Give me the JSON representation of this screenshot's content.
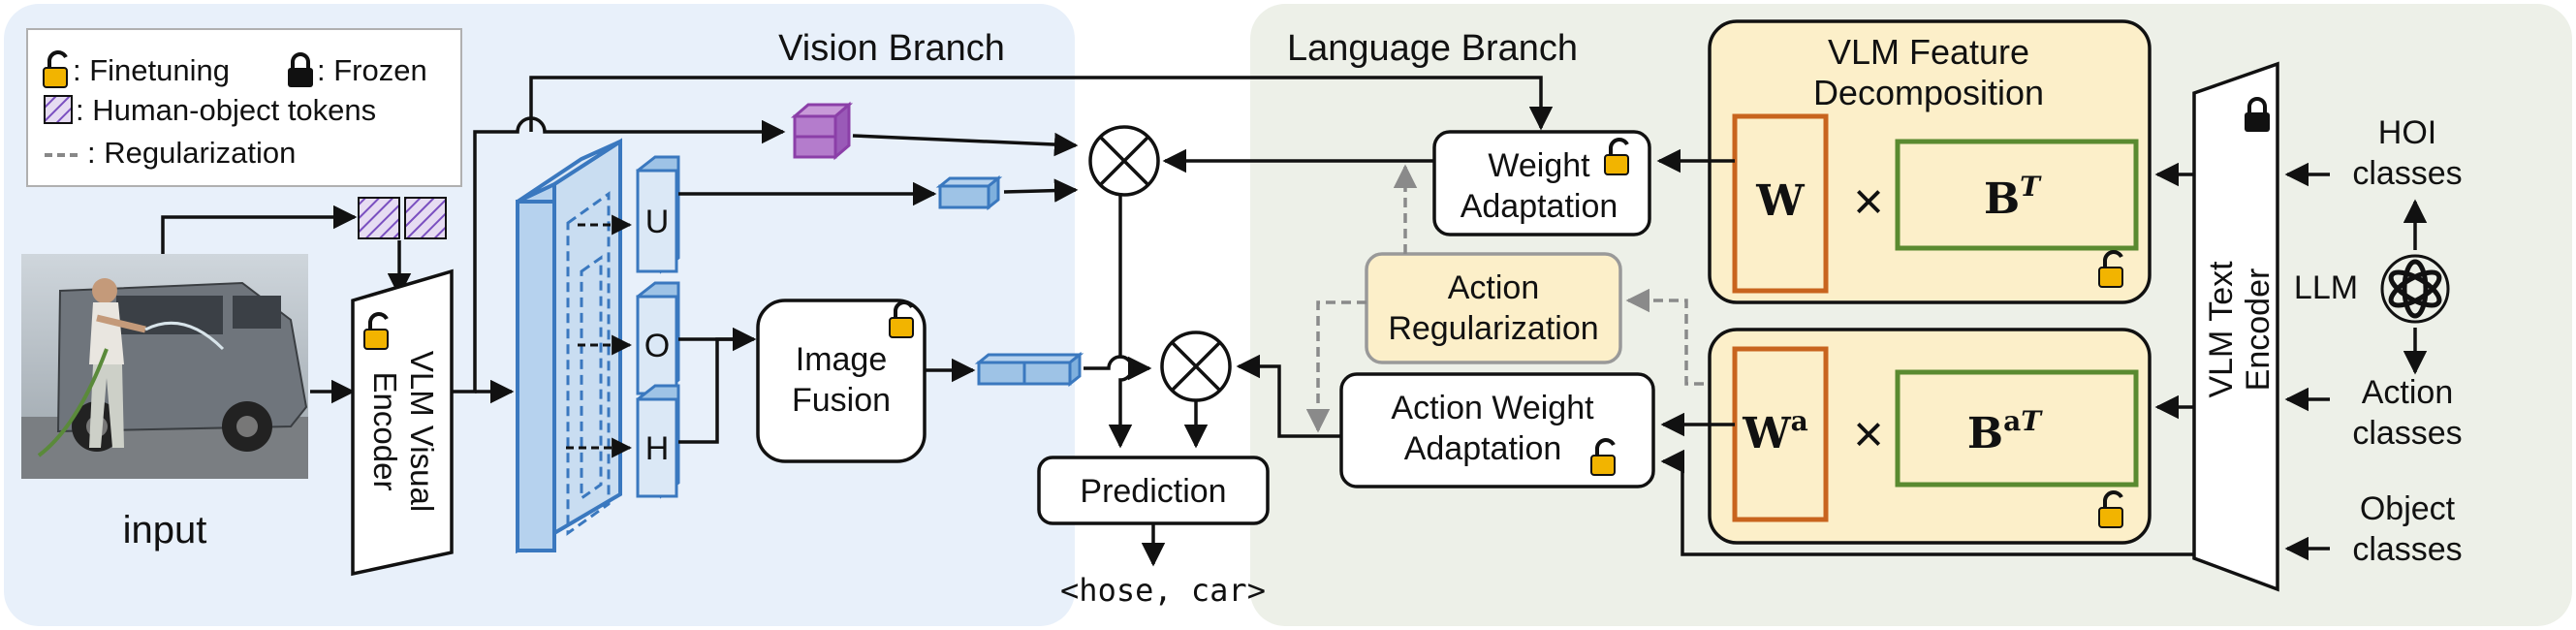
{
  "legend": {
    "finetuning": ": Finetuning",
    "frozen": ": Frozen",
    "hoi_tokens": ": Human-object tokens",
    "regularization": ": Regularization"
  },
  "vision": {
    "title": "Vision Branch",
    "input_label": "input",
    "encoder_line1": "VLM Visual",
    "encoder_line2": "Encoder",
    "token_u": "U",
    "token_o": "O",
    "token_h": "H",
    "fusion_line1": "Image",
    "fusion_line2": "Fusion"
  },
  "prediction": {
    "label": "Prediction",
    "output": "<hose, car>"
  },
  "language": {
    "title": "Language Branch",
    "decomp_line1": "VLM Feature",
    "decomp_line2": "Decomposition",
    "w": "W",
    "times": "×",
    "b": "B",
    "b_sup": "T",
    "wa": "W",
    "wa_sup": "a",
    "ba": "B",
    "ba_sup": "a",
    "ba_sup2": "T",
    "weight_adapt_line1": "Weight",
    "weight_adapt_line2": "Adaptation",
    "action_reg_line1": "Action",
    "action_reg_line2": "Regularization",
    "action_adapt_line1": "Action Weight",
    "action_adapt_line2": "Adaptation",
    "text_encoder_line1": "VLM Text",
    "text_encoder_line2": "Encoder",
    "llm": "LLM",
    "hoi_line1": "HOI",
    "hoi_line2": "classes",
    "action_line1": "Action",
    "action_line2": "classes",
    "object_line1": "Object",
    "object_line2": "classes"
  },
  "colors": {
    "vision_bg": "#e8f0fa",
    "language_bg": "#edf0e8",
    "decomp_bg": "#fcefc9",
    "w_border": "#c8641e",
    "b_border": "#5a8a30",
    "token_blue": "#9ec3e6",
    "token_border": "#3a78bf",
    "purple": "#8b3fa8",
    "lock_gold": "#f2b400"
  }
}
